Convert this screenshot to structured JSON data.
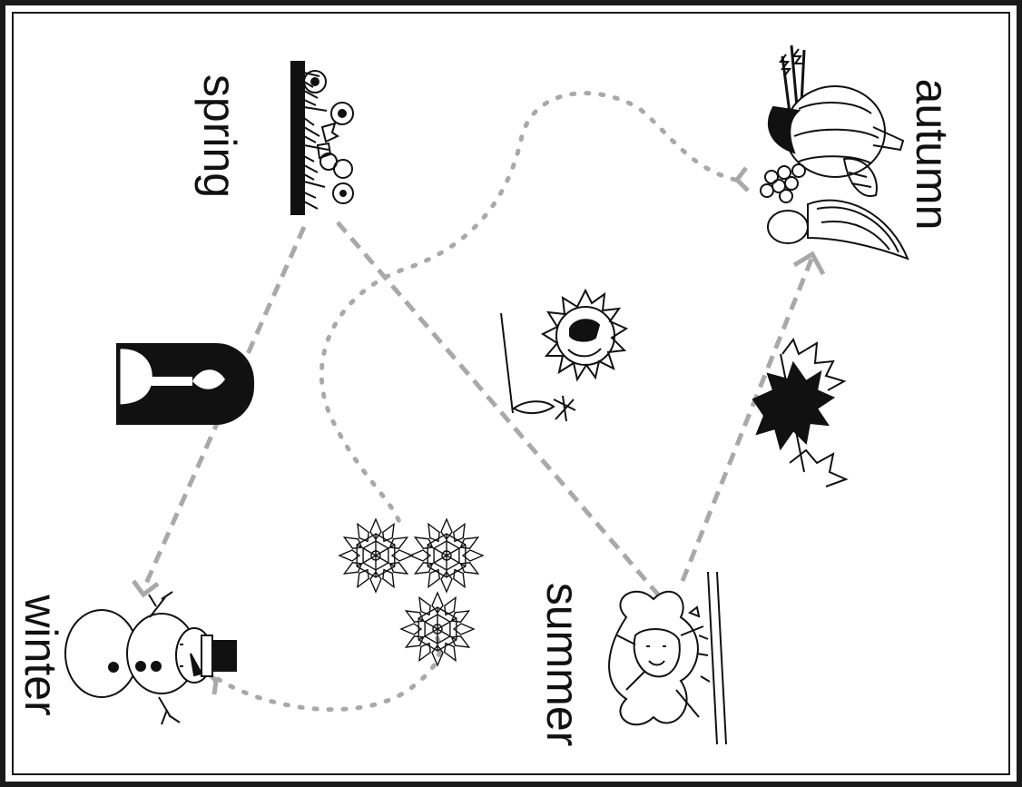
{
  "seasons": {
    "spring": "spring",
    "summer": "summer",
    "autumn": "autumn",
    "winter": "winter"
  },
  "colors": {
    "ink": "#111111",
    "arrow": "#a9a9a9",
    "frame": "#1a1a1a",
    "background": "#ffffff"
  },
  "icons": [
    "flower-garden-icon",
    "sun-icon",
    "kid-splashing-icon",
    "maple-leaves-icon",
    "harvest-cornucopia-icon",
    "snowflake-icon",
    "snowman-icon",
    "candle-icon"
  ]
}
